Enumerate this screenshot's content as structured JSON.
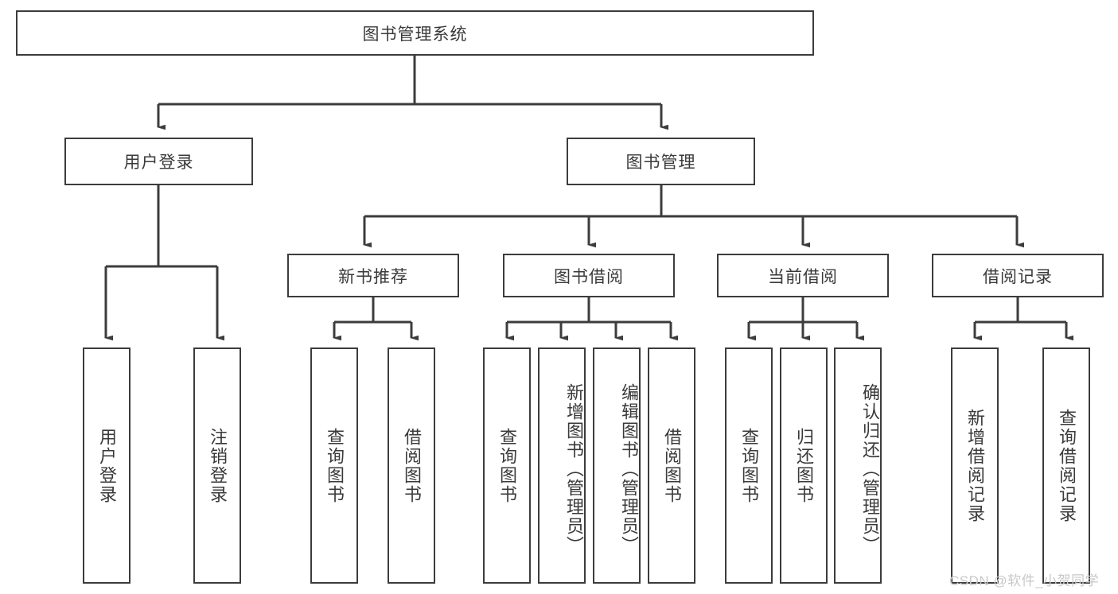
{
  "diagram": {
    "type": "tree-hierarchy-diagram",
    "title": "图书管理系统",
    "style": {
      "box_border_color": "#3c3c3c",
      "box_fill_color": "#ffffff",
      "connector_color": "#3c3c3c",
      "text_color": "#3a3a3a",
      "background": "#ffffff"
    },
    "root": {
      "label": "图书管理系统"
    },
    "level2": [
      {
        "label": "用户登录"
      },
      {
        "label": "图书管理"
      }
    ],
    "level3": [
      {
        "label": "新书推荐"
      },
      {
        "label": "图书借阅"
      },
      {
        "label": "当前借阅"
      },
      {
        "label": "借阅记录"
      }
    ],
    "leaves": {
      "user_login": [
        {
          "label": "用户登录"
        },
        {
          "label": "注销登录"
        }
      ],
      "new_book_recommend": [
        {
          "label": "查询图书"
        },
        {
          "label": "借阅图书"
        }
      ],
      "book_borrow": [
        {
          "label": "查询图书"
        },
        {
          "label": "新增图书（管理员）"
        },
        {
          "label": "编辑图书（管理员）"
        },
        {
          "label": "借阅图书"
        }
      ],
      "current_borrow": [
        {
          "label": "查询图书"
        },
        {
          "label": "归还图书"
        },
        {
          "label": "确认归还（管理员）"
        }
      ],
      "borrow_record": [
        {
          "label": "新增借阅记录"
        },
        {
          "label": "查询借阅记录"
        }
      ]
    }
  },
  "watermark": {
    "text": "CSDN @软件_小贺同学"
  }
}
